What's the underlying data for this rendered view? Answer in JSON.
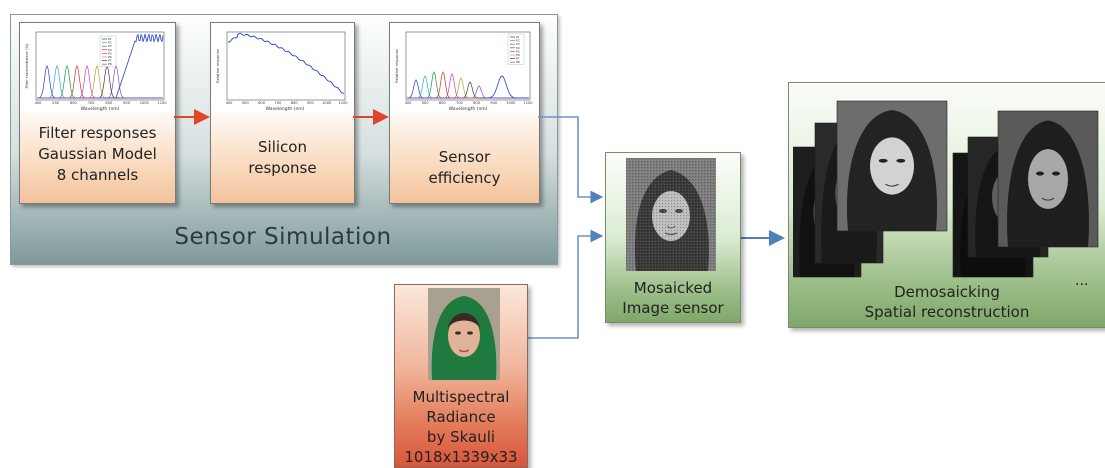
{
  "sensor_simulation": {
    "title": "Sensor Simulation",
    "filter_card": {
      "line1": "Filter responses",
      "line2": "Gaussian Model",
      "line3": "8 channels"
    },
    "silicon_card": {
      "line1": "Silicon",
      "line2": "response"
    },
    "efficiency_card": {
      "line1": "Sensor",
      "line2": "efficiency"
    }
  },
  "plots": {
    "filter": {
      "xlabel": "Wavelength (nm)",
      "ylabel": "Filter transmittance (%)",
      "xticks": [
        "400",
        "500",
        "600",
        "700",
        "800",
        "900",
        "1000",
        "1100"
      ],
      "legend": [
        "P1",
        "P2",
        "P3",
        "P4",
        "P5",
        "P6",
        "P7",
        "P8"
      ]
    },
    "silicon": {
      "xlabel": "Wavelength (nm)",
      "ylabel": "Relative response",
      "xticks": [
        "400",
        "500",
        "600",
        "700",
        "800",
        "900",
        "1000",
        "1100"
      ]
    },
    "efficiency": {
      "xlabel": "Wavelength (nm)",
      "ylabel": "Relative response",
      "xticks": [
        "400",
        "500",
        "600",
        "700",
        "800",
        "900",
        "1000",
        "1100"
      ],
      "legend": [
        "P1",
        "P2",
        "P3",
        "P4",
        "P5",
        "P6",
        "P7",
        "P8"
      ]
    }
  },
  "mosaicked": {
    "line1": "Mosaicked",
    "line2": "Image sensor"
  },
  "multispectral": {
    "line1": "Multispectral",
    "line2": "Radiance",
    "line3": "by Skauli",
    "line4": "1018x1339x33"
  },
  "demosaicking": {
    "line1": "Demosaicking",
    "line2": "Spatial reconstruction",
    "ellipsis": "..."
  },
  "colors": {
    "arrow_red": "#e0442a",
    "arrow_blue": "#4f81bd",
    "connector": "#6e94c4",
    "channels": [
      "#1f3fd6",
      "#2fa7e0",
      "#1f9a3a",
      "#d22f2f",
      "#c03fc8",
      "#b8a21f",
      "#3a3a3a",
      "#7a4fd8"
    ]
  }
}
